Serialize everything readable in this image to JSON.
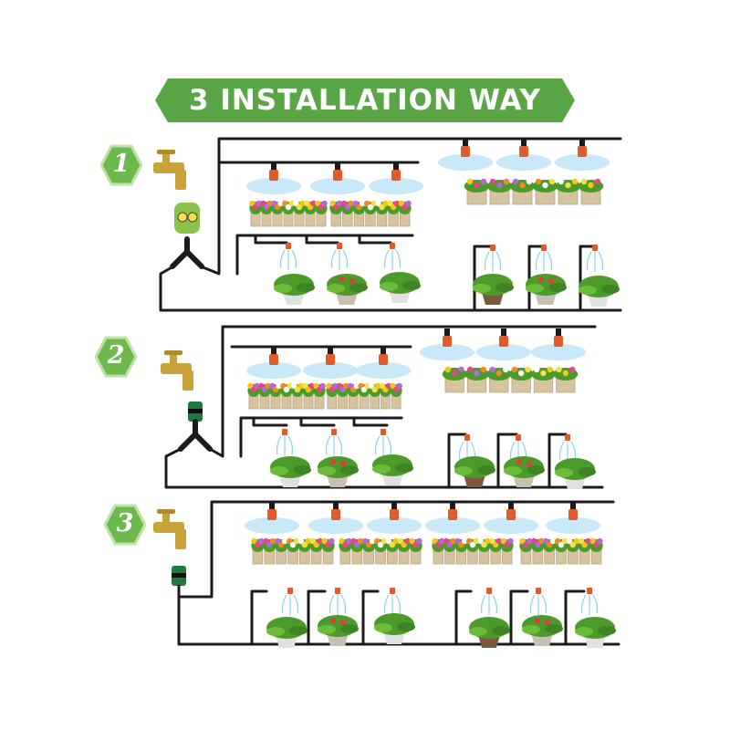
{
  "banner": {
    "title": "3 INSTALLATION WAY",
    "color": "#5aa546",
    "shade": "#3f8a2f"
  },
  "methods": [
    {
      "number": "1",
      "connector": "hose-timer"
    },
    {
      "number": "2",
      "connector": "quick-connector"
    },
    {
      "number": "3",
      "connector": "quick-connector"
    }
  ],
  "colors": {
    "badge_fill": "#6db94e",
    "badge_border": "#bfe3a9",
    "tube": "#1b1b1b",
    "nozzle": "#e05a2c",
    "mist": "#bfe4f7",
    "brass": "#c9a23a",
    "pot": "#d6c4a0",
    "leaf": "#4c9a2a"
  },
  "icons": [
    "water-faucet-icon",
    "hose-timer-icon",
    "y-splitter-icon",
    "mist-nozzle-icon",
    "flower-pot-icon",
    "hanging-plant-icon",
    "dripper-stake-icon"
  ]
}
